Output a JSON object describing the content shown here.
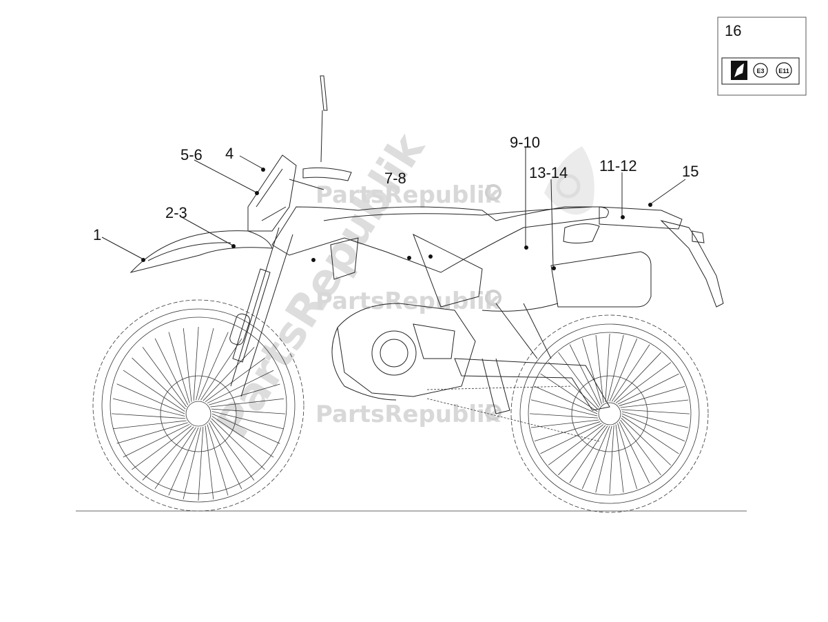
{
  "callouts": {
    "c1": "1",
    "c2_3": "2-3",
    "c4": "4",
    "c5_6": "5-6",
    "c7_8": "7-8",
    "c9_10": "9-10",
    "c11_12": "11-12",
    "c13_14": "13-14",
    "c15": "15"
  },
  "inset": {
    "number": "16",
    "badge_e3": "E3",
    "badge_e11": "E11"
  },
  "watermark": {
    "text": "PartsRepublik",
    "diagonal_text": "PartsRepublik"
  }
}
